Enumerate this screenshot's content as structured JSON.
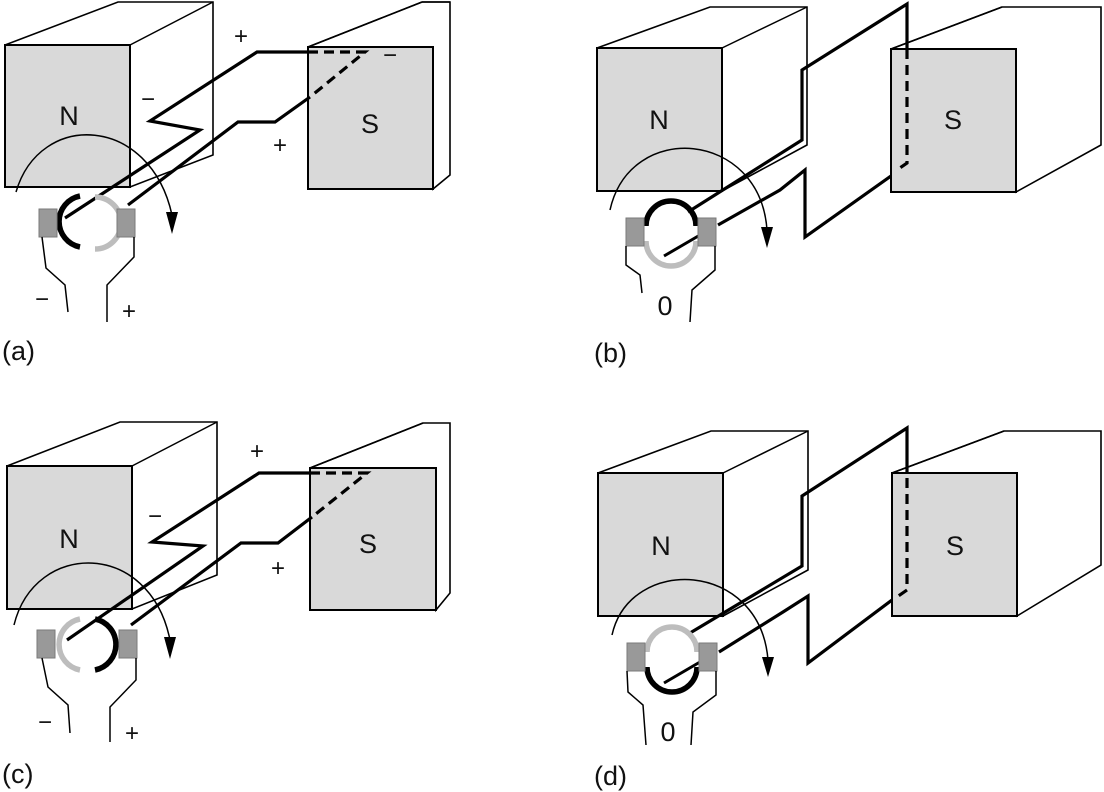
{
  "figure": {
    "description": "DC generator with split-ring commutator shown at four rotation positions",
    "panels": [
      {
        "id": "a",
        "label": "(a)",
        "north_label": "N",
        "south_label": "S",
        "coil_signs": [
          "+",
          "−",
          "−",
          "+"
        ],
        "output_left": "−",
        "output_right": "+"
      },
      {
        "id": "b",
        "label": "(b)",
        "north_label": "N",
        "south_label": "S",
        "output_value": "0"
      },
      {
        "id": "c",
        "label": "(c)",
        "north_label": "N",
        "south_label": "S",
        "coil_signs": [
          "+",
          "−",
          "+"
        ],
        "output_left": "−",
        "output_right": "+"
      },
      {
        "id": "d",
        "label": "(d)",
        "north_label": "N",
        "south_label": "S",
        "output_value": "0"
      }
    ],
    "colors": {
      "magnet_face": "#d9d9d9",
      "brush": "#999999",
      "commutator_dark": "#000000",
      "commutator_light": "#bdbdbd"
    }
  }
}
